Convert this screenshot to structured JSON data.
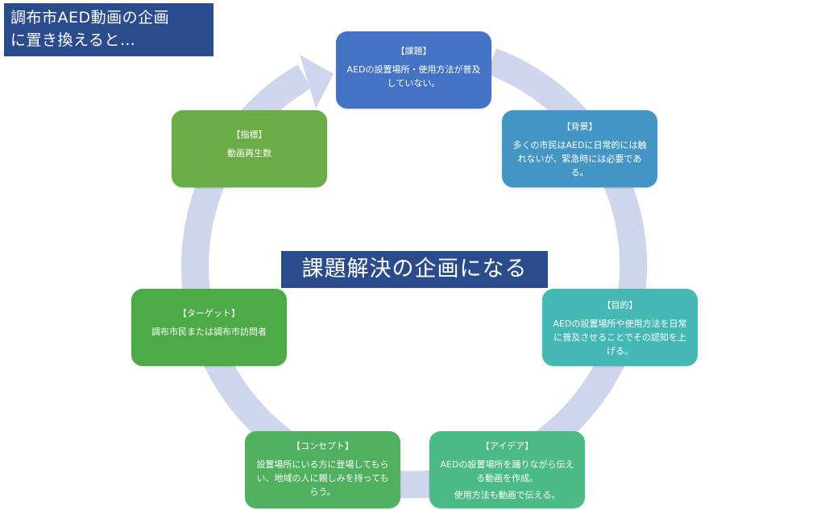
{
  "title": {
    "line1": "調布市AED動画の企画",
    "line2": "に置き換えると…"
  },
  "center_banner": "課題解決の企画になる",
  "colors": {
    "navy": "#2b4c8c",
    "cycle_ring": "#cfd5ea"
  },
  "nodes": {
    "issue": {
      "heading": "【課題】",
      "body": "AEDの設置場所・使用方法が普及していない。"
    },
    "background": {
      "heading": "【背景】",
      "body": "多くの市民はAEDに日常的には触れないが、緊急時には必要である。"
    },
    "objective": {
      "heading": "【目的】",
      "body": "AEDの設置場所や使用方法を日常に普及させることでその認知を上げる。"
    },
    "idea": {
      "heading": "【アイデア】",
      "body": "AEDの設置場所を踊りながら伝える動画を作成。",
      "sub": "使用方法も動画で伝える。"
    },
    "concept": {
      "heading": "【コンセプト】",
      "body": "設置場所にいる方に登場してもらい、地域の人に親しみを持ってもらう。"
    },
    "target": {
      "heading": "【ターゲット】",
      "body": "調布市民または調布市訪問者"
    },
    "indicator": {
      "heading": "【指標】",
      "body": "動画再生数"
    }
  }
}
